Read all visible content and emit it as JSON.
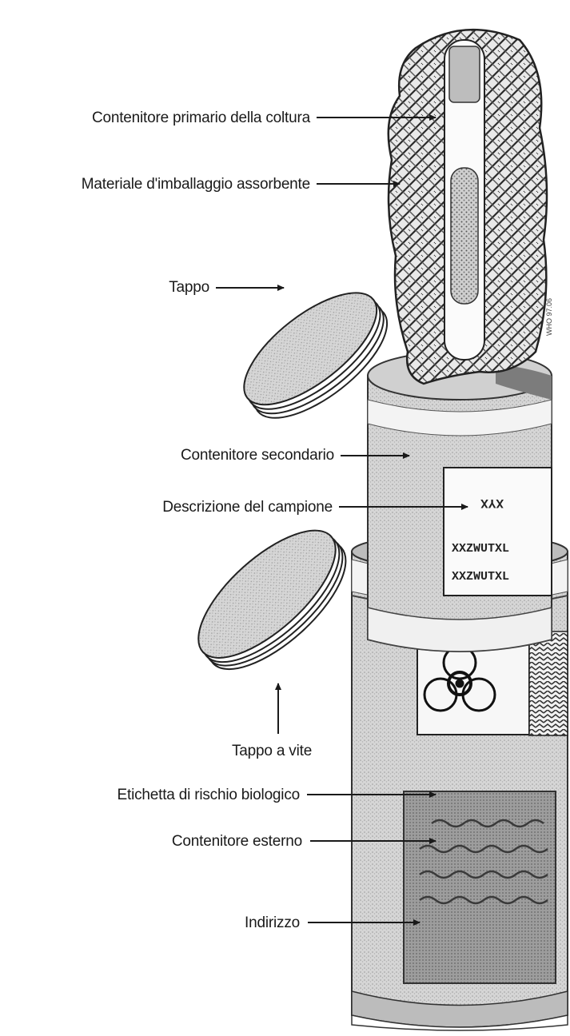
{
  "labels": {
    "primary": "Contenitore primario della coltura",
    "absorbent": "Materiale d'imballaggio assorbente",
    "cap": "Tappo",
    "secondary": "Contenitore secondario",
    "description": "Descrizione del campione",
    "screw_cap": "Tappo a vite",
    "biohazard": "Etichetta di rischio biologico",
    "outer": "Contenitore esterno",
    "address": "Indirizzo"
  },
  "specimen_tag": {
    "line1": "XYX",
    "line2": "XXZWUTXL",
    "line3": "XXZWUTXL"
  },
  "side_code": "WHO 97.06"
}
